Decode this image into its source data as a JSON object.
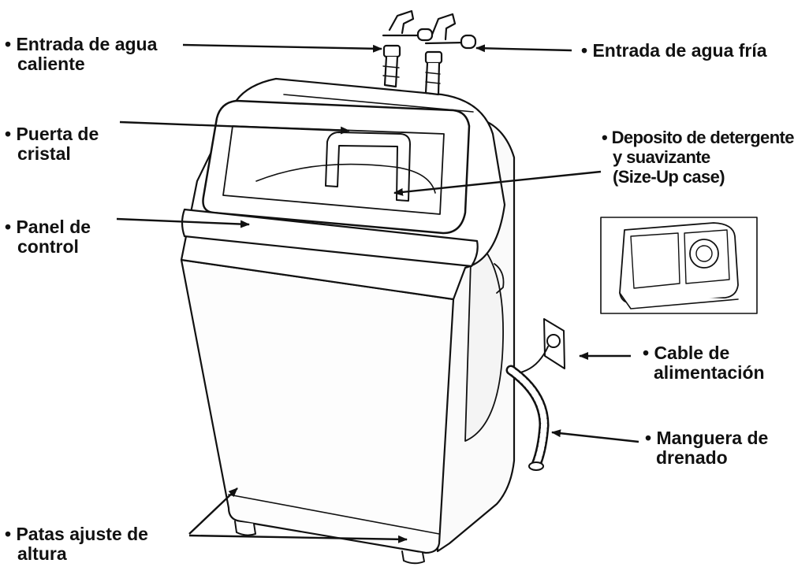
{
  "labels": {
    "hot_water": {
      "line1": "• Entrada de agua",
      "line2": "caliente"
    },
    "cold_water": {
      "line1": "• Entrada de agua fría"
    },
    "glass_door": {
      "line1": "• Puerta de",
      "line2": "cristal"
    },
    "dispenser": {
      "line1": "• Deposito de detergente",
      "line2": "y suavizante",
      "line3": "(Size-Up case)"
    },
    "control_panel": {
      "line1": "• Panel de",
      "line2": "control"
    },
    "power_cord": {
      "line1": "• Cable de",
      "line2": "alimentación"
    },
    "drain_hose": {
      "line1": "• Manguera de",
      "line2": "drenado"
    },
    "leveling_feet": {
      "line1": "• Patas ajuste de",
      "line2": "altura"
    }
  },
  "colors": {
    "ink": "#111111",
    "background": "#ffffff",
    "body_fill": "#fdfdfd"
  }
}
